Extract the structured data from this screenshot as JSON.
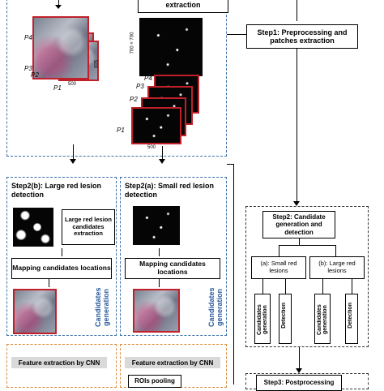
{
  "top": {
    "extraction_label": "extraction",
    "size_label": "700 × 700",
    "patch_labels": [
      "P4",
      "P3",
      "P2",
      "P1"
    ],
    "patch_labels_small": [
      "P4",
      "P3",
      "P2",
      "P1"
    ],
    "size_500": "500"
  },
  "right_flow": {
    "step1": "Step1: Preprocessing and patches extraction",
    "step2": "Step2: Candidate generation and detection",
    "small_lesions": "(a): Small red lesions",
    "large_lesions": "(b): Large red lesions",
    "candidates_generation": "Candidates generation",
    "detection": "Detection",
    "step3": "Step3: Postprocessing"
  },
  "left_panel": {
    "title": "Step2(b): Large red lesion detection",
    "candidates_box": "Large red lesion candidates extraction",
    "mapping": "Mapping candidates locations",
    "side_label": "Candidates generation",
    "feature": "Feature extraction by CNN"
  },
  "mid_panel": {
    "title": "Step2(a): Small red lesion detection",
    "mapping": "Mapping candidates locations",
    "side_label": "Candidates generation",
    "feature": "Feature extraction by CNN",
    "rois": "ROIs pooling"
  },
  "colors": {
    "blue_dash": "#3a6fa8",
    "orange_dash": "#d98a3a",
    "side_text": "#2a5b9c",
    "patch_border": "#c0202a"
  }
}
